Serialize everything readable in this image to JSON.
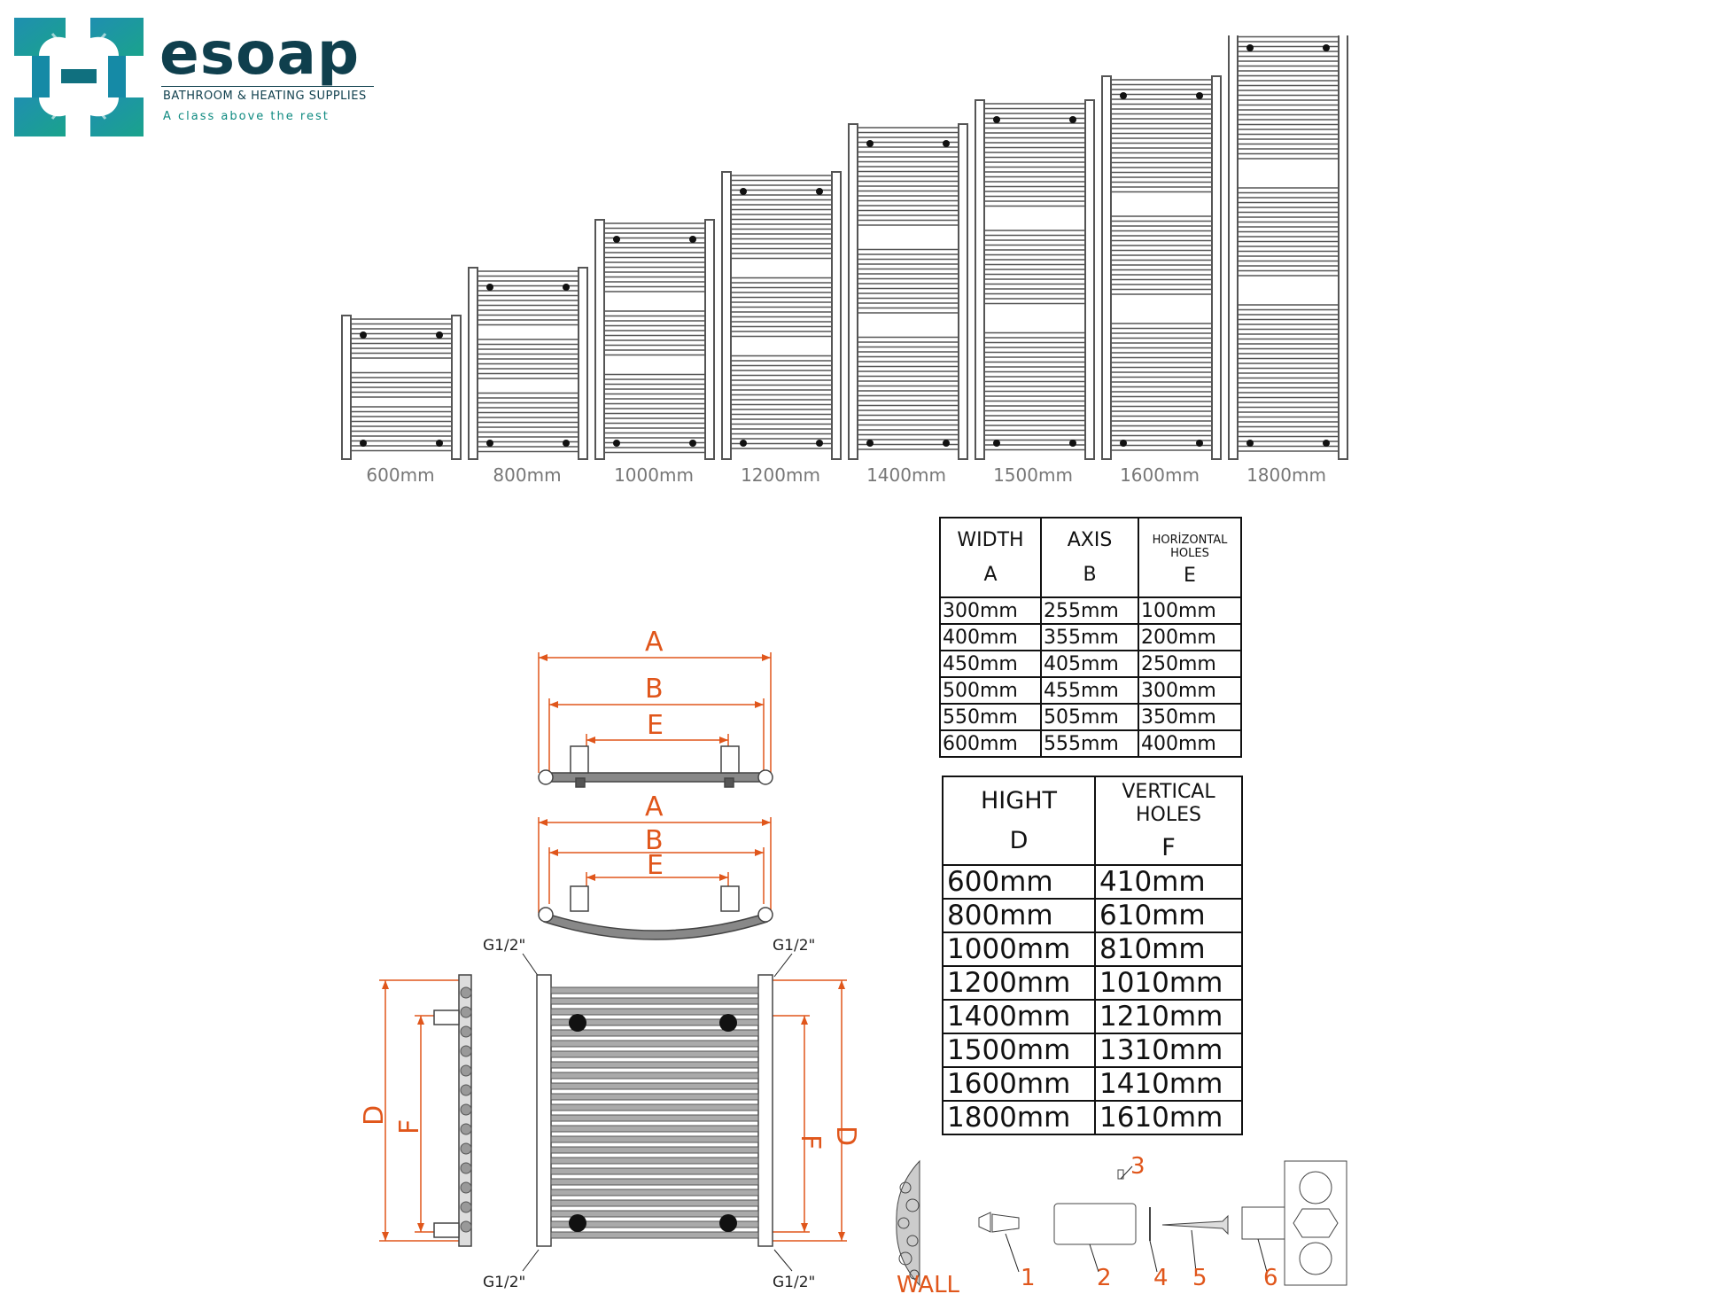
{
  "brand": {
    "name": "esoap",
    "subtitle": "BATHROOM & HEATING SUPPLIES",
    "tagline": "A class above the rest",
    "colors": {
      "primary": "#0f3f4d",
      "accent": "#0e8a80",
      "dimension": "#e0561b"
    }
  },
  "sizes": [
    "600mm",
    "800mm",
    "1000mm",
    "1200mm",
    "1400mm",
    "1500mm",
    "1600mm",
    "1800mm"
  ],
  "width_table": {
    "headers": [
      {
        "line1": "WIDTH",
        "line2": "A"
      },
      {
        "line1": "AXIS",
        "line2": "B"
      },
      {
        "line1": "HORİZONTAL HOLES",
        "line2": "E"
      }
    ],
    "rows": [
      [
        "300mm",
        "255mm",
        "100mm"
      ],
      [
        "400mm",
        "355mm",
        "200mm"
      ],
      [
        "450mm",
        "405mm",
        "250mm"
      ],
      [
        "500mm",
        "455mm",
        "300mm"
      ],
      [
        "550mm",
        "505mm",
        "350mm"
      ],
      [
        "600mm",
        "555mm",
        "400mm"
      ]
    ]
  },
  "height_table": {
    "headers": [
      {
        "line1": "HIGHT",
        "line2": "D"
      },
      {
        "line1": "VERTICAL HOLES",
        "line2": "F"
      }
    ],
    "rows": [
      [
        "600mm",
        "410mm"
      ],
      [
        "800mm",
        "610mm"
      ],
      [
        "1000mm",
        "810mm"
      ],
      [
        "1200mm",
        "1010mm"
      ],
      [
        "1400mm",
        "1210mm"
      ],
      [
        "1500mm",
        "1310mm"
      ],
      [
        "1600mm",
        "1410mm"
      ],
      [
        "1800mm",
        "1610mm"
      ]
    ]
  },
  "diagram": {
    "labels": {
      "A": "A",
      "B": "B",
      "E": "E",
      "D": "D",
      "F": "F"
    },
    "thread": "G1/2\"",
    "wall": "WALL",
    "parts": [
      "1",
      "2",
      "3",
      "4",
      "5",
      "6"
    ]
  }
}
